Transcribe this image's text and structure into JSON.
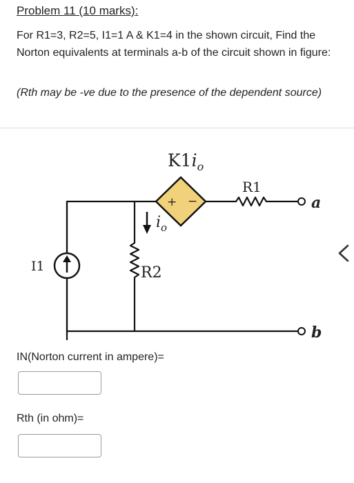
{
  "problem": {
    "title": "Problem 11 (10 marks):",
    "question": "For R1=3, R2=5, I1=1 A & K1=4 in the shown circuit, Find the Norton equivalents at terminals a-b of the circuit shown in figure:",
    "note": "(Rth may be -ve due to the presence of the dependent source)"
  },
  "circuit": {
    "dependent_source_label_k": "K1",
    "dependent_source_label_i": "i",
    "dependent_source_label_sub": "o",
    "plus_sign": "+",
    "minus_sign": "−",
    "r1_label": "R1",
    "r2_label": "R2",
    "i1_label": "I1",
    "current_label_i": "i",
    "current_label_sub": "o",
    "terminal_a": "a",
    "terminal_b": "b"
  },
  "answers": {
    "norton_current_label": "IN(Norton current in ampere)=",
    "norton_current_value": "",
    "rth_label": "Rth (in ohm)=",
    "rth_value": ""
  },
  "icons": {
    "collapse": "chevron-left-icon"
  }
}
